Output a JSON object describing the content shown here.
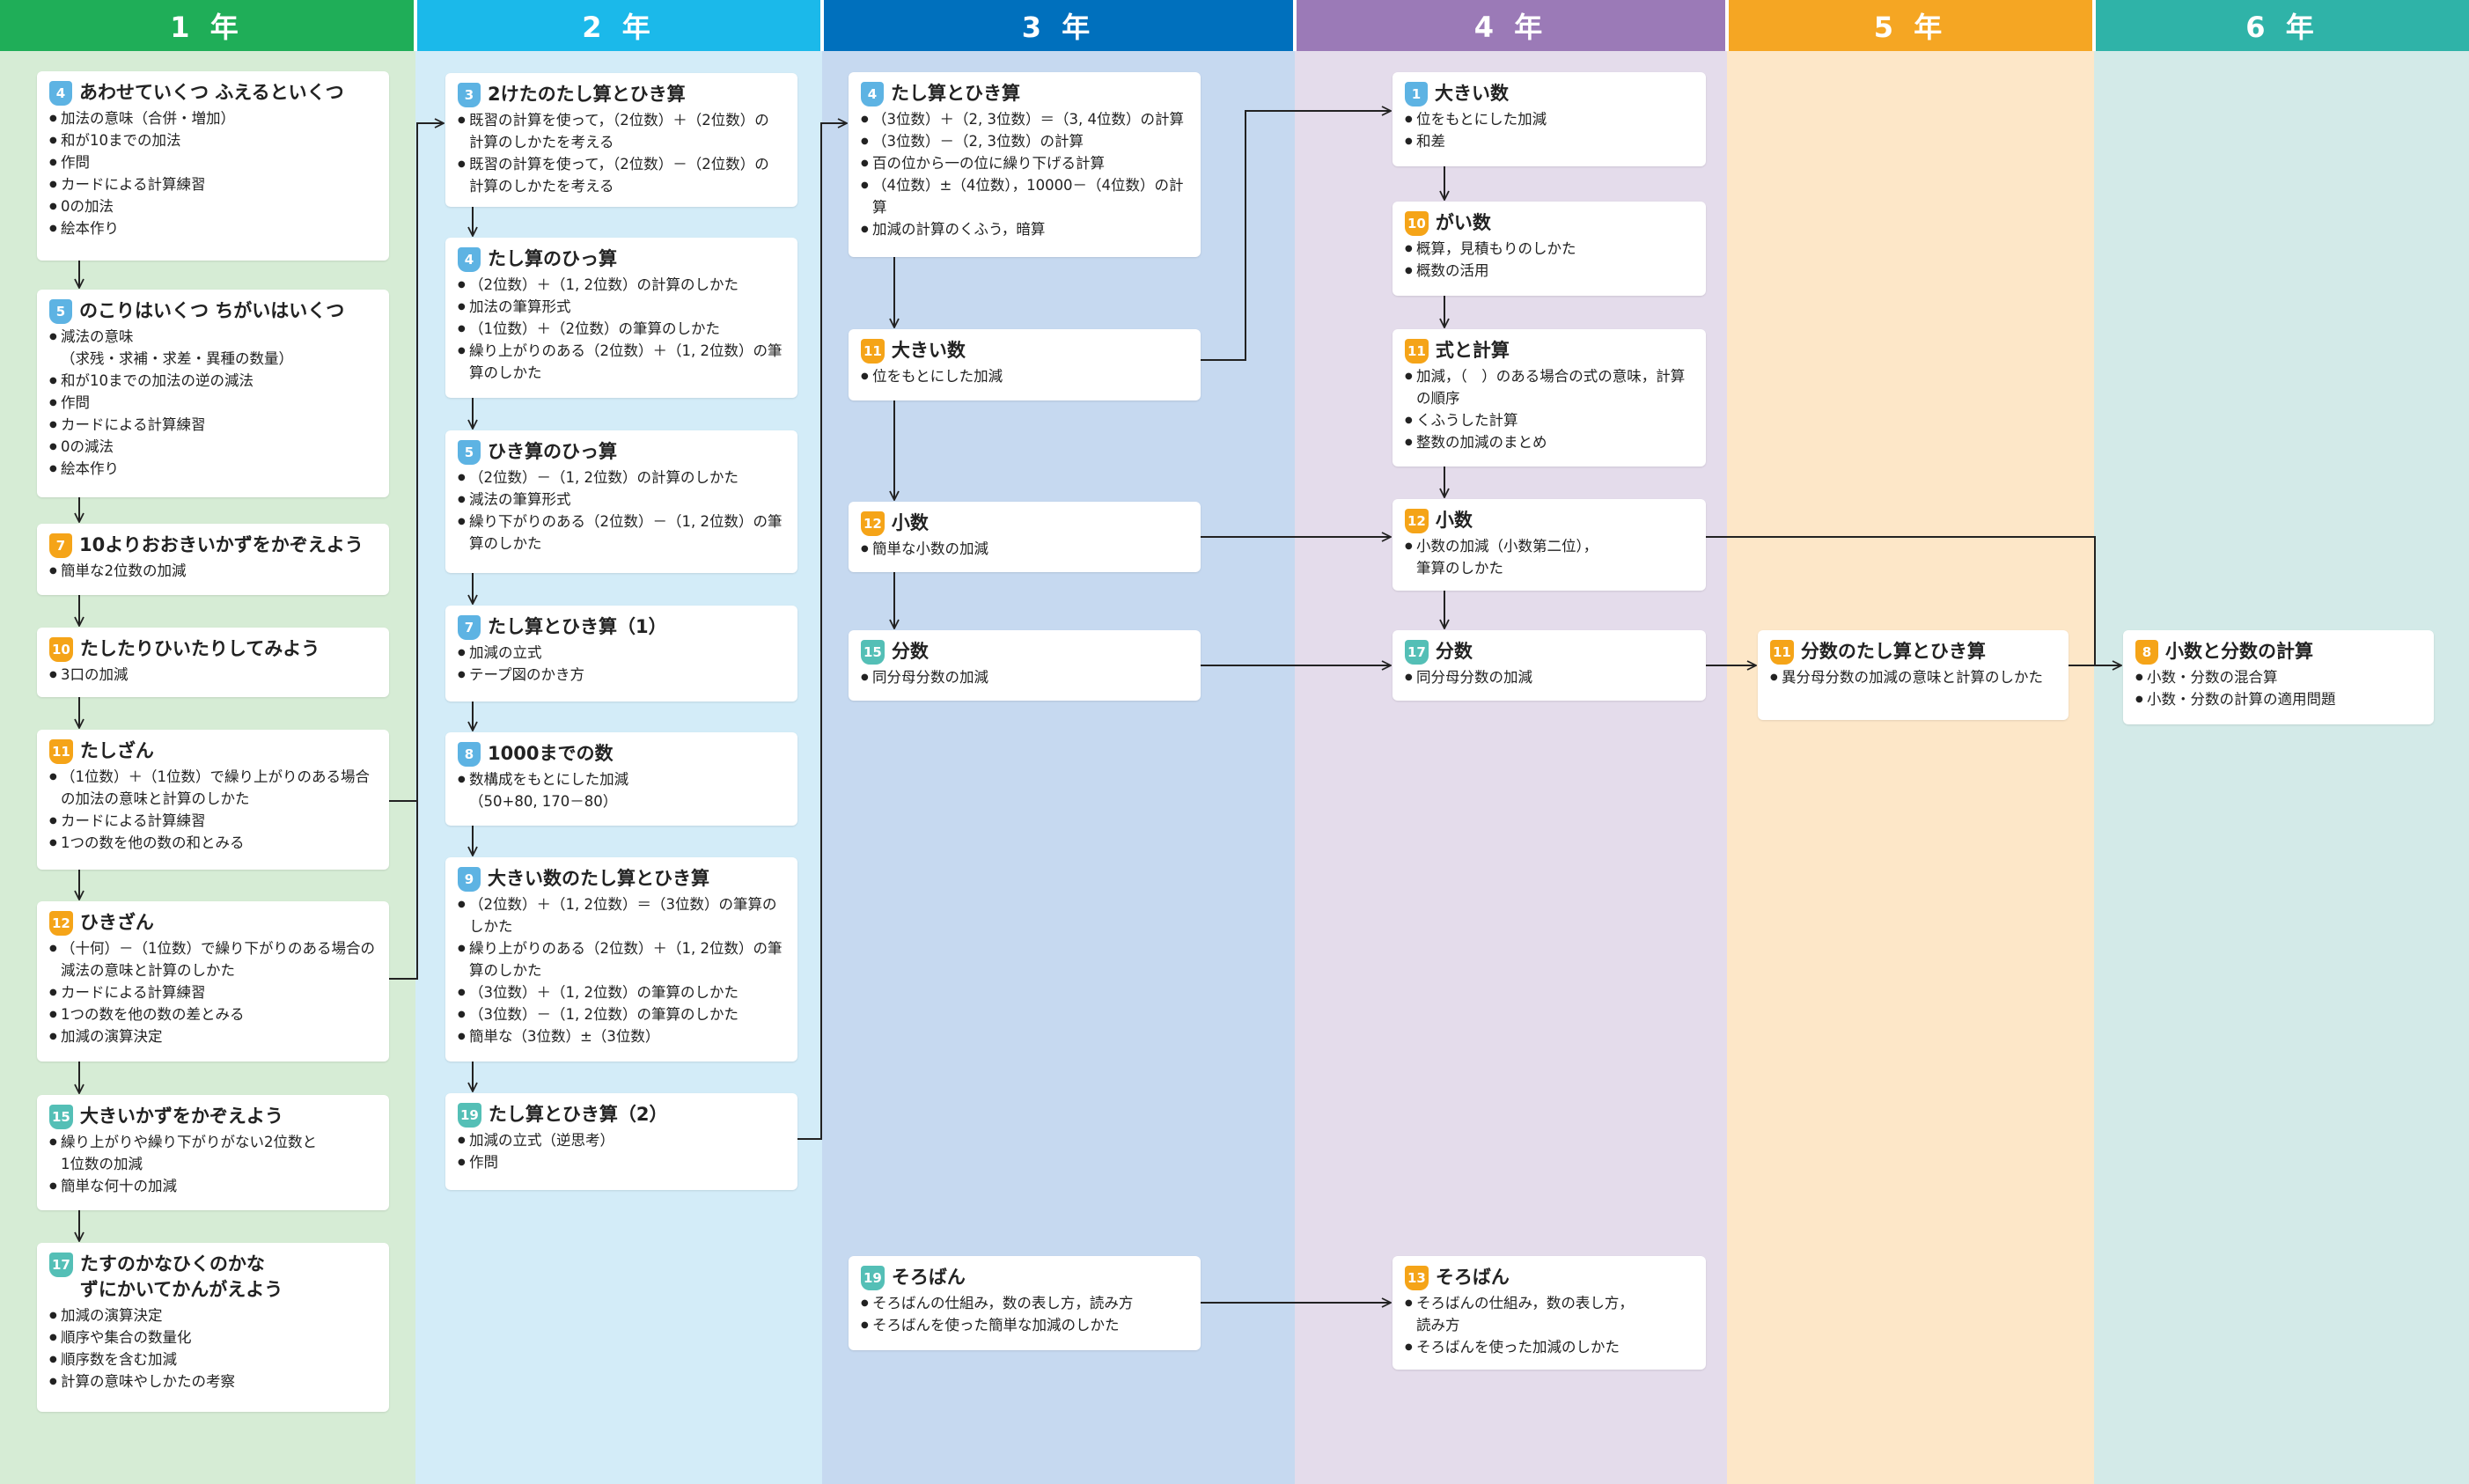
{
  "grades": [
    {
      "label": "1 年",
      "head_color": "#1fae58",
      "bg_color": "#d6ecd5"
    },
    {
      "label": "2 年",
      "head_color": "#1bb9ea",
      "bg_color": "#d3ecf8"
    },
    {
      "label": "3 年",
      "head_color": "#0070bd",
      "bg_color": "#c6d9f0"
    },
    {
      "label": "4 年",
      "head_color": "#9b7ab7",
      "bg_color": "#e4dceb"
    },
    {
      "label": "5 年",
      "head_color": "#f5a623",
      "bg_color": "#fde7c8"
    },
    {
      "label": "6 年",
      "head_color": "#2fb3a8",
      "bg_color": "#d3eae8"
    }
  ],
  "badge_colors": {
    "blue": "#5db3e3",
    "orange": "#f5a418",
    "teal": "#54bfb6"
  },
  "cards": {
    "g1_4": {
      "num": "4",
      "title": "あわせていくつ ふえるといくつ",
      "items": [
        "加法の意味（合併・増加）",
        "和が10までの加法",
        "作問",
        "カードによる計算練習",
        "0の加法",
        "絵本作り"
      ]
    },
    "g1_5": {
      "num": "5",
      "title": "のこりはいくつ ちがいはいくつ",
      "items": [
        "減法の意味\n（求残・求補・求差・異種の数量）",
        "和が10までの加法の逆の減法",
        "作問",
        "カードによる計算練習",
        "0の減法",
        "絵本作り"
      ]
    },
    "g1_7": {
      "num": "7",
      "title": "10よりおおきいかずをかぞえよう",
      "items": [
        "簡単な2位数の加減"
      ]
    },
    "g1_10": {
      "num": "10",
      "title": "たしたりひいたりしてみよう",
      "items": [
        "3口の加減"
      ]
    },
    "g1_11": {
      "num": "11",
      "title": "たしざん",
      "items": [
        "（1位数）＋（1位数）で繰り上がりのある場合の加法の意味と計算のしかた",
        "カードによる計算練習",
        "1つの数を他の数の和とみる"
      ]
    },
    "g1_12": {
      "num": "12",
      "title": "ひきざん",
      "items": [
        "（十何）－（1位数）で繰り下がりのある場合の減法の意味と計算のしかた",
        "カードによる計算練習",
        "1つの数を他の数の差とみる",
        "加減の演算決定"
      ]
    },
    "g1_15": {
      "num": "15",
      "title": "大きいかずをかぞえよう",
      "items": [
        "繰り上がりや繰り下がりがない2位数と\n1位数の加減",
        "簡単な何十の加減"
      ]
    },
    "g1_17": {
      "num": "17",
      "title": "たすのかなひくのかな\nずにかいてかんがえよう",
      "items": [
        "加減の演算決定",
        "順序や集合の数量化",
        "順序数を含む加減",
        "計算の意味やしかたの考察"
      ]
    },
    "g2_3": {
      "num": "3",
      "title": "2けたのたし算とひき算",
      "items": [
        "既習の計算を使って，（2位数）＋（2位数）の計算のしかたを考える",
        "既習の計算を使って，（2位数）－（2位数）の計算のしかたを考える"
      ]
    },
    "g2_4": {
      "num": "4",
      "title": "たし算のひっ算",
      "items": [
        "（2位数）＋（1, 2位数）の計算のしかた",
        "加法の筆算形式",
        "（1位数）＋（2位数）の筆算のしかた",
        "繰り上がりのある（2位数）＋（1, 2位数）の筆算のしかた"
      ]
    },
    "g2_5": {
      "num": "5",
      "title": "ひき算のひっ算",
      "items": [
        "（2位数）－（1, 2位数）の計算のしかた",
        "減法の筆算形式",
        "繰り下がりのある（2位数）－（1, 2位数）の筆算のしかた"
      ]
    },
    "g2_7": {
      "num": "7",
      "title": "たし算とひき算（1）",
      "items": [
        "加減の立式",
        "テープ図のかき方"
      ]
    },
    "g2_8": {
      "num": "8",
      "title": "1000までの数",
      "items": [
        "数構成をもとにした加減\n（50+80, 170－80）"
      ]
    },
    "g2_9": {
      "num": "9",
      "title": "大きい数のたし算とひき算",
      "items": [
        "（2位数）＋（1, 2位数）＝（3位数）の筆算のしかた",
        "繰り上がりのある（2位数）＋（1, 2位数）の筆算のしかた",
        "（3位数）＋（1, 2位数）の筆算のしかた",
        "（3位数）－（1, 2位数）の筆算のしかた",
        "簡単な（3位数）±（3位数）"
      ]
    },
    "g2_19": {
      "num": "19",
      "title": "たし算とひき算（2）",
      "items": [
        "加減の立式（逆思考）",
        "作問"
      ]
    },
    "g3_4": {
      "num": "4",
      "title": "たし算とひき算",
      "items": [
        "（3位数）＋（2, 3位数）＝（3, 4位数）の計算",
        "（3位数）－（2, 3位数）の計算",
        "百の位から一の位に繰り下げる計算",
        "（4位数）±（4位数），10000－（4位数）の計算",
        "加減の計算のくふう，暗算"
      ]
    },
    "g3_11": {
      "num": "11",
      "title": "大きい数",
      "items": [
        "位をもとにした加減"
      ]
    },
    "g3_12": {
      "num": "12",
      "title": "小数",
      "items": [
        "簡単な小数の加減"
      ]
    },
    "g3_15": {
      "num": "15",
      "title": "分数",
      "items": [
        "同分母分数の加減"
      ]
    },
    "g3_19": {
      "num": "19",
      "title": "そろばん",
      "items": [
        "そろばんの仕組み，数の表し方，読み方",
        "そろばんを使った簡単な加減のしかた"
      ]
    },
    "g4_1": {
      "num": "1",
      "title": "大きい数",
      "items": [
        "位をもとにした加減",
        "和差"
      ]
    },
    "g4_10": {
      "num": "10",
      "title": "がい数",
      "items": [
        "概算，見積もりのしかた",
        "概数の活用"
      ]
    },
    "g4_11": {
      "num": "11",
      "title": "式と計算",
      "items": [
        "加減，（　）のある場合の式の意味，計算の順序",
        "くふうした計算",
        "整数の加減のまとめ"
      ]
    },
    "g4_12": {
      "num": "12",
      "title": "小数",
      "items": [
        "小数の加減（小数第二位），\n筆算のしかた"
      ]
    },
    "g4_17": {
      "num": "17",
      "title": "分数",
      "items": [
        "同分母分数の加減"
      ]
    },
    "g4_13": {
      "num": "13",
      "title": "そろばん",
      "items": [
        "そろばんの仕組み，数の表し方，\n読み方",
        "そろばんを使った加減のしかた"
      ]
    },
    "g5_11": {
      "num": "11",
      "title": "分数のたし算とひき算",
      "items": [
        "異分母分数の加減の意味と計算のしかた"
      ]
    },
    "g6_8": {
      "num": "8",
      "title": "小数と分数の計算",
      "items": [
        "小数・分数の混合算",
        "小数・分数の計算の適用問題"
      ]
    }
  }
}
